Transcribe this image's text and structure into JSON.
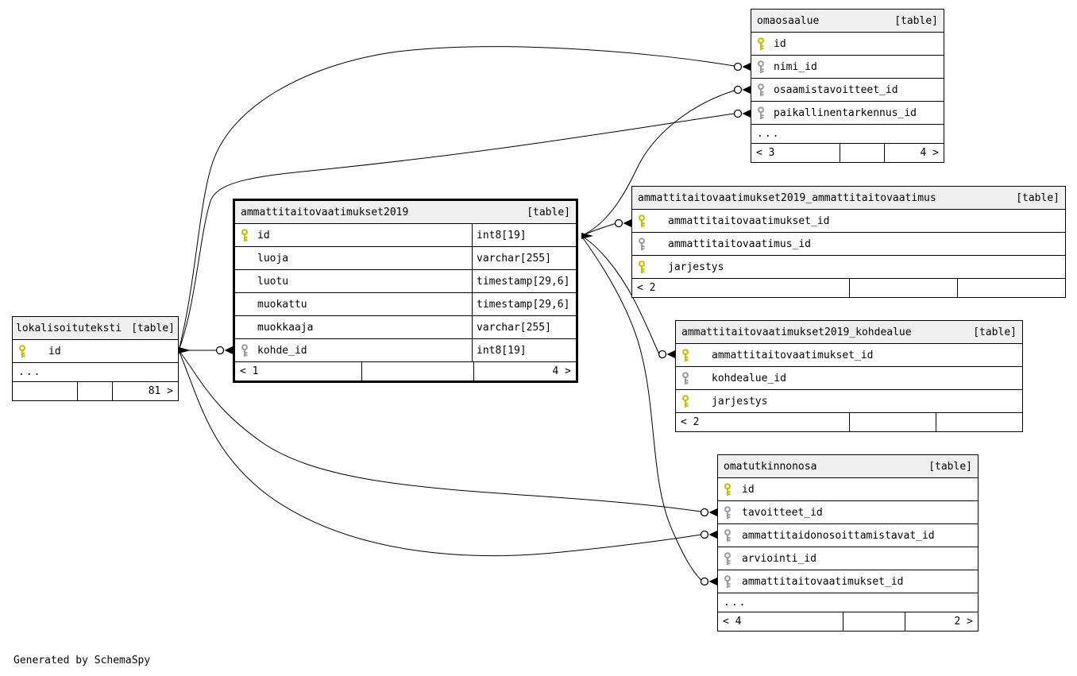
{
  "diagram": {
    "generated_by": "Generated by SchemaSpy",
    "colors": {
      "primary_key": "#c2c200",
      "foreign_key": "#9e9e9e",
      "header_bg": "#efefef",
      "border": "#000000"
    }
  },
  "tables": [
    {
      "name": "omaosaalue",
      "tag": "[table]",
      "columns": [
        {
          "name": "id",
          "key": "pk"
        },
        {
          "name": "nimi_id",
          "key": "fk"
        },
        {
          "name": "osaamistavoitteet_id",
          "key": "fk"
        },
        {
          "name": "paikallinentarkennus_id",
          "key": "fk"
        }
      ],
      "ellipsis": "...",
      "footer": {
        "left": "< 3",
        "middle": "",
        "right": "4 >"
      }
    },
    {
      "name": "ammattitaitovaatimukset2019",
      "tag": "[table]",
      "highlighted": true,
      "columns": [
        {
          "name": "id",
          "key": "pk",
          "type": "int8[19]"
        },
        {
          "name": "luoja",
          "type": "varchar[255]"
        },
        {
          "name": "luotu",
          "type": "timestamp[29,6]"
        },
        {
          "name": "muokattu",
          "type": "timestamp[29,6]"
        },
        {
          "name": "muokkaaja",
          "type": "varchar[255]"
        },
        {
          "name": "kohde_id",
          "key": "fk",
          "type": "int8[19]"
        }
      ],
      "footer": {
        "left": "< 1",
        "middle": "",
        "right": "4 >"
      }
    },
    {
      "name": "ammattitaitovaatimukset2019_ammattitaitovaatimus",
      "tag": "[table]",
      "columns": [
        {
          "name": "ammattitaitovaatimukset_id",
          "key": "pk"
        },
        {
          "name": "ammattitaitovaatimus_id",
          "key": "fk"
        },
        {
          "name": "jarjestys",
          "key": "pk"
        }
      ],
      "footer": {
        "left": "< 2",
        "middle": "",
        "right": ""
      }
    },
    {
      "name": "ammattitaitovaatimukset2019_kohdealue",
      "tag": "[table]",
      "columns": [
        {
          "name": "ammattitaitovaatimukset_id",
          "key": "pk"
        },
        {
          "name": "kohdealue_id",
          "key": "fk"
        },
        {
          "name": "jarjestys",
          "key": "pk"
        }
      ],
      "footer": {
        "left": "< 2",
        "middle": "",
        "right": ""
      }
    },
    {
      "name": "omatutkinnonosa",
      "tag": "[table]",
      "columns": [
        {
          "name": "id",
          "key": "pk"
        },
        {
          "name": "tavoitteet_id",
          "key": "fk"
        },
        {
          "name": "ammattitaidonosoittamistavat_id",
          "key": "fk"
        },
        {
          "name": "arviointi_id",
          "key": "fk"
        },
        {
          "name": "ammattitaitovaatimukset_id",
          "key": "fk"
        }
      ],
      "ellipsis": "...",
      "footer": {
        "left": "< 4",
        "middle": "",
        "right": "2 >"
      }
    },
    {
      "name": "lokalisoituteksti",
      "tag": "[table]",
      "columns": [
        {
          "name": "id",
          "key": "pk"
        }
      ],
      "ellipsis": "...",
      "footer": {
        "left": "",
        "middle": "",
        "right": "81 >"
      }
    }
  ],
  "relationships": [
    {
      "from": "lokalisoituteksti.id",
      "to": "omaosaalue.nimi_id"
    },
    {
      "from": "ammattitaitovaatimukset2019.id",
      "to": "omaosaalue.osaamistavoitteet_id"
    },
    {
      "from": "lokalisoituteksti.id",
      "to": "omaosaalue.paikallinentarkennus_id"
    },
    {
      "from": "lokalisoituteksti.id",
      "to": "ammattitaitovaatimukset2019.kohde_id"
    },
    {
      "from": "ammattitaitovaatimukset2019.id",
      "to": "ammattitaitovaatimukset2019_ammattitaitovaatimus.ammattitaitovaatimukset_id"
    },
    {
      "from": "ammattitaitovaatimukset2019.id",
      "to": "ammattitaitovaatimukset2019_kohdealue.ammattitaitovaatimukset_id"
    },
    {
      "from": "lokalisoituteksti.id",
      "to": "omatutkinnonosa.tavoitteet_id"
    },
    {
      "from": "lokalisoituteksti.id",
      "to": "omatutkinnonosa.ammattitaidonosoittamistavat_id"
    },
    {
      "from": "ammattitaitovaatimukset2019.id",
      "to": "omatutkinnonosa.ammattitaitovaatimukset_id"
    }
  ]
}
